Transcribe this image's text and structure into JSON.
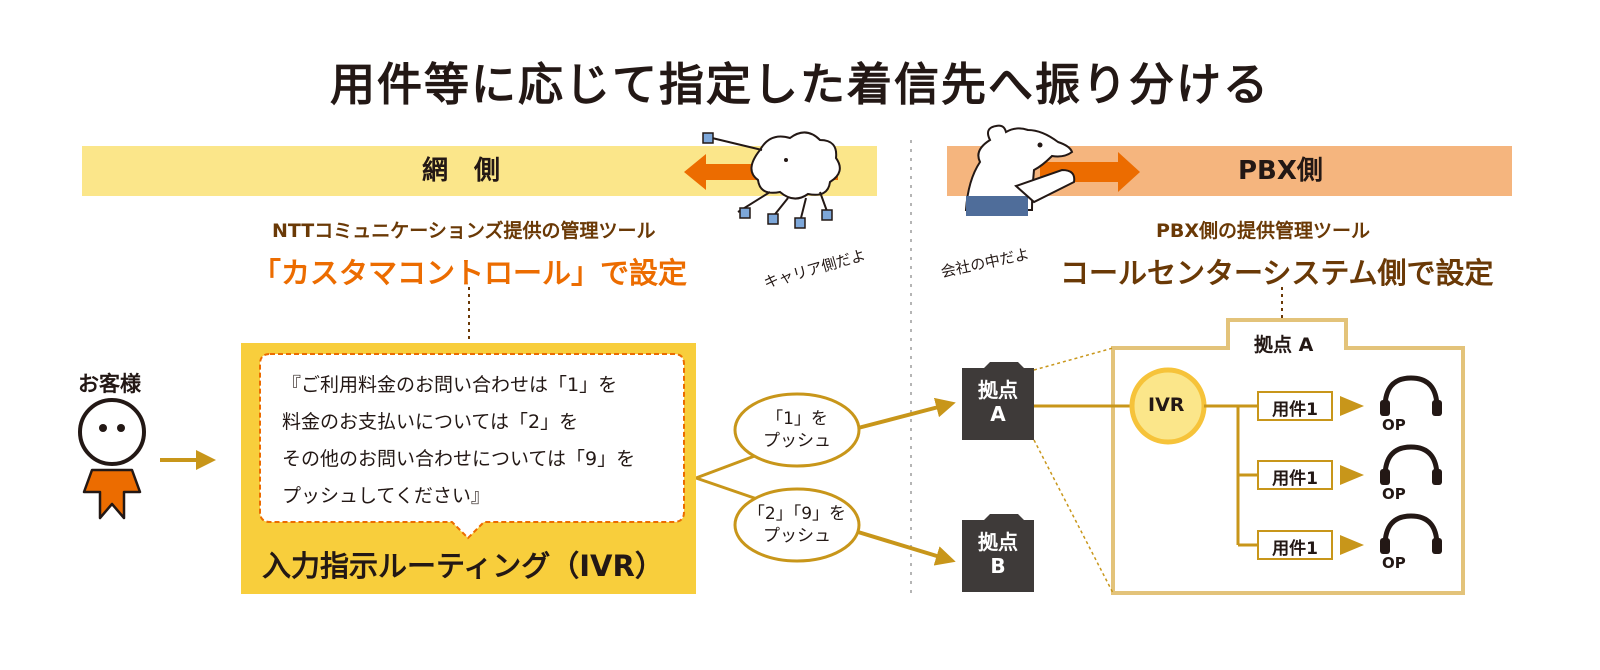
{
  "title": "用件等に応じて指定した着信先へ振り分ける",
  "left_band": {
    "label": "網　側",
    "sub": "NTTコミュニケーションズ提供の管理ツール",
    "big": "「カスタマコントロール」で設定"
  },
  "right_band": {
    "label": "PBX側",
    "sub": "PBX側の提供管理ツール",
    "big": "コールセンターシステム側で設定"
  },
  "notes": {
    "carrier": "キャリア側だよ",
    "company": "会社の中だよ"
  },
  "customer": {
    "label": "お客様"
  },
  "ivr_message": [
    "『ご利用料金のお問い合わせは「1」を",
    "料金のお支払いについては「2」を",
    "その他のお問い合わせについては「9」を",
    "プッシュしてください』"
  ],
  "ivr_label": "入力指示ルーティング（IVR）",
  "push_options": [
    {
      "line1": "「1」を",
      "line2": "プッシュ"
    },
    {
      "line1": "「2」「9」を",
      "line2": "プッシュ"
    }
  ],
  "bases": [
    {
      "line1": "拠点",
      "line2": "A"
    },
    {
      "line1": "拠点",
      "line2": "B"
    }
  ],
  "base_detail": {
    "title": "拠点 A",
    "ivr": "IVR",
    "routes": [
      "用件1",
      "用件1",
      "用件1"
    ],
    "op": "OP"
  },
  "colors": {
    "yellow_band": "#fbe68a",
    "orange_band": "#f5b57e",
    "ivr_yellow": "#f8ce3c",
    "arrow_gold": "#c8961a",
    "accent_orange": "#ec6c00",
    "dark_box": "#3e3a39"
  }
}
